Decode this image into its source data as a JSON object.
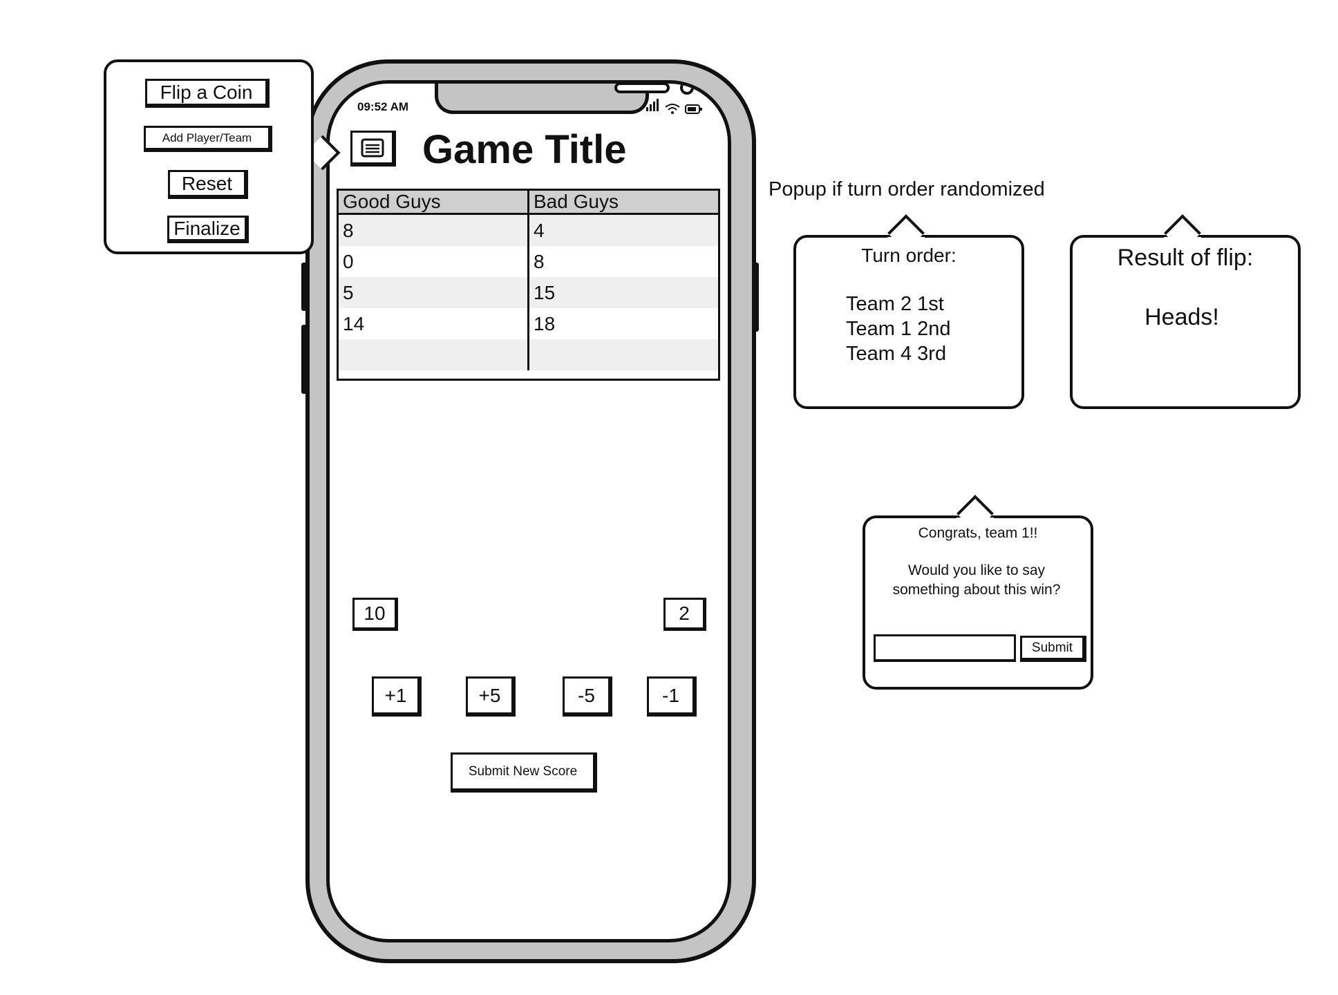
{
  "status_bar": {
    "time": "09:52 AM"
  },
  "header": {
    "title": "Game Title"
  },
  "score_table": {
    "columns": [
      "Good Guys",
      "Bad Guys"
    ],
    "rows": [
      [
        "8",
        "4"
      ],
      [
        "0",
        "8"
      ],
      [
        "5",
        "15"
      ],
      [
        "14",
        "18"
      ],
      [
        "",
        ""
      ]
    ]
  },
  "scores": {
    "left": "10",
    "right": "2"
  },
  "step_buttons": [
    "+1",
    "+5",
    "-5",
    "-1"
  ],
  "submit_score_label": "Submit New Score",
  "menu_popup": {
    "items": [
      "Flip a Coin",
      "Add Player/Team",
      "Reset",
      "Finalize"
    ]
  },
  "note": "Popup if turn order randomized",
  "turn_order_popup": {
    "title": "Turn order:",
    "lines": [
      "Team 2 1st",
      "Team 1 2nd",
      "Team 4 3rd"
    ]
  },
  "flip_popup": {
    "title": "Result of flip:",
    "result": "Heads!"
  },
  "congrats_popup": {
    "title": "Congrats, team 1!!",
    "prompt_line1": "Would you like to say",
    "prompt_line2": "something about this win?",
    "input_placeholder": "",
    "submit_label": "Submit"
  }
}
